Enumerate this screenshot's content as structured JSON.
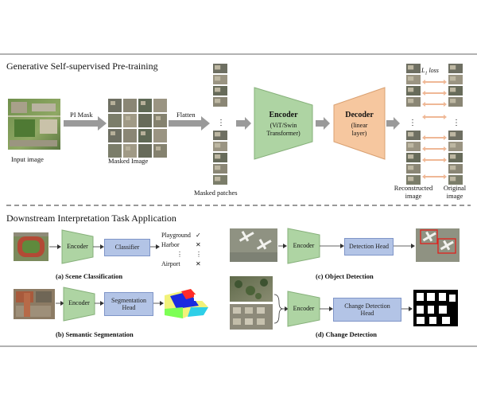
{
  "pretraining": {
    "title": "Generative Self-supervised Pre-training",
    "input_label": "Input image",
    "pi_mask_label": "PI Mask",
    "masked_image_label": "Masked Image",
    "flatten_label": "Flatten",
    "masked_patches_label": "Masked patches",
    "encoder": {
      "title": "Encoder",
      "subtitle_1": "(ViT/Swin",
      "subtitle_2": "Transformer)"
    },
    "decoder": {
      "title": "Decoder",
      "subtitle_1": "(linear",
      "subtitle_2": "layer)"
    },
    "loss_label_main": "L",
    "loss_label_sub": "1",
    "loss_label_rest": " loss",
    "reconstructed_label_1": "Reconstructed",
    "reconstructed_label_2": "image",
    "original_label_1": "Original",
    "original_label_2": "image",
    "ellipsis": "⋮"
  },
  "downstream": {
    "title": "Downstream Interpretation Task Application",
    "scene": {
      "caption": "(a) Scene Classification",
      "encoder": "Encoder",
      "head": "Classifier",
      "classes": [
        {
          "name": "Playground",
          "mark": "✓"
        },
        {
          "name": "Harbor",
          "mark": "✕"
        },
        {
          "name": "⋮",
          "mark": "⋮"
        },
        {
          "name": "Airport",
          "mark": "✕"
        }
      ]
    },
    "segmentation": {
      "caption": "(b) Semantic Segmentation",
      "encoder": "Encoder",
      "head_1": "Segmentation",
      "head_2": "Head"
    },
    "object": {
      "caption": "(c) Object Detection",
      "encoder": "Encoder",
      "head": "Detection Head"
    },
    "change": {
      "caption": "(d) Change Detection",
      "encoder": "Encoder",
      "head_1": "Change Detection",
      "head_2": "Head"
    }
  },
  "colors": {
    "encoder_green": "#aed4a3",
    "decoder_orange": "#f6c79f",
    "head_blue": "#b3c4e6",
    "arrow_gray": "#9a9a9a",
    "loss_arrow": "#efb896",
    "detection_box": "#e0201c"
  }
}
